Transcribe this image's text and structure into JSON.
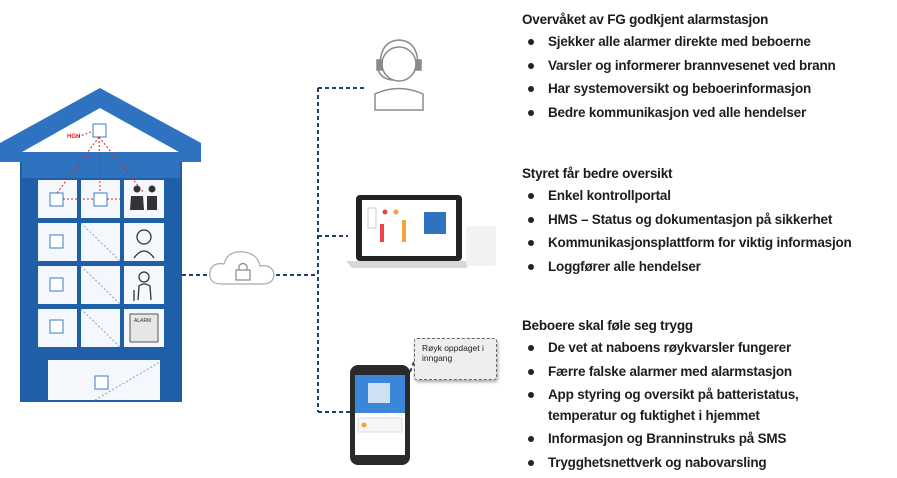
{
  "sections": [
    {
      "title": "Overvåket av FG godkjent alarmstasjon",
      "items": [
        "Sjekker alle alarmer direkte med beboerne",
        "Varsler og informerer brannvesenet ved brann",
        "Har systemoversikt og beboerinformasjon",
        "Bedre kommunikasjon ved alle hendelser"
      ]
    },
    {
      "title": "Styret får bedre oversikt",
      "items": [
        "Enkel kontrollportal",
        "HMS – Status og dokumentasjon på sikkerhet",
        "Kommunikasjonsplattform for viktig informasjon",
        "Loggfører alle hendelser"
      ]
    },
    {
      "title": "Beboere skal føle seg trygg",
      "items": [
        "De vet at naboens røykvarsler fungerer",
        "Færre falske alarmer med alarmstasjon",
        "App styring og oversikt på batteristatus, temperatur og fuktighet i hjemmet",
        "Informasjon og Branninstruks på SMS",
        "Trygghetsnettverk og nabovarsling"
      ]
    }
  ],
  "callout": {
    "text": "Røyk oppdaget i inngang"
  },
  "building": {
    "roof_badge": "HGH",
    "alarm_panel_label": "ALARM"
  },
  "colors": {
    "building_blue": "#1f5fa8",
    "roof_blue": "#2f73c0",
    "dash_line": "#1f3f6e",
    "detector_red": "#e02020"
  }
}
